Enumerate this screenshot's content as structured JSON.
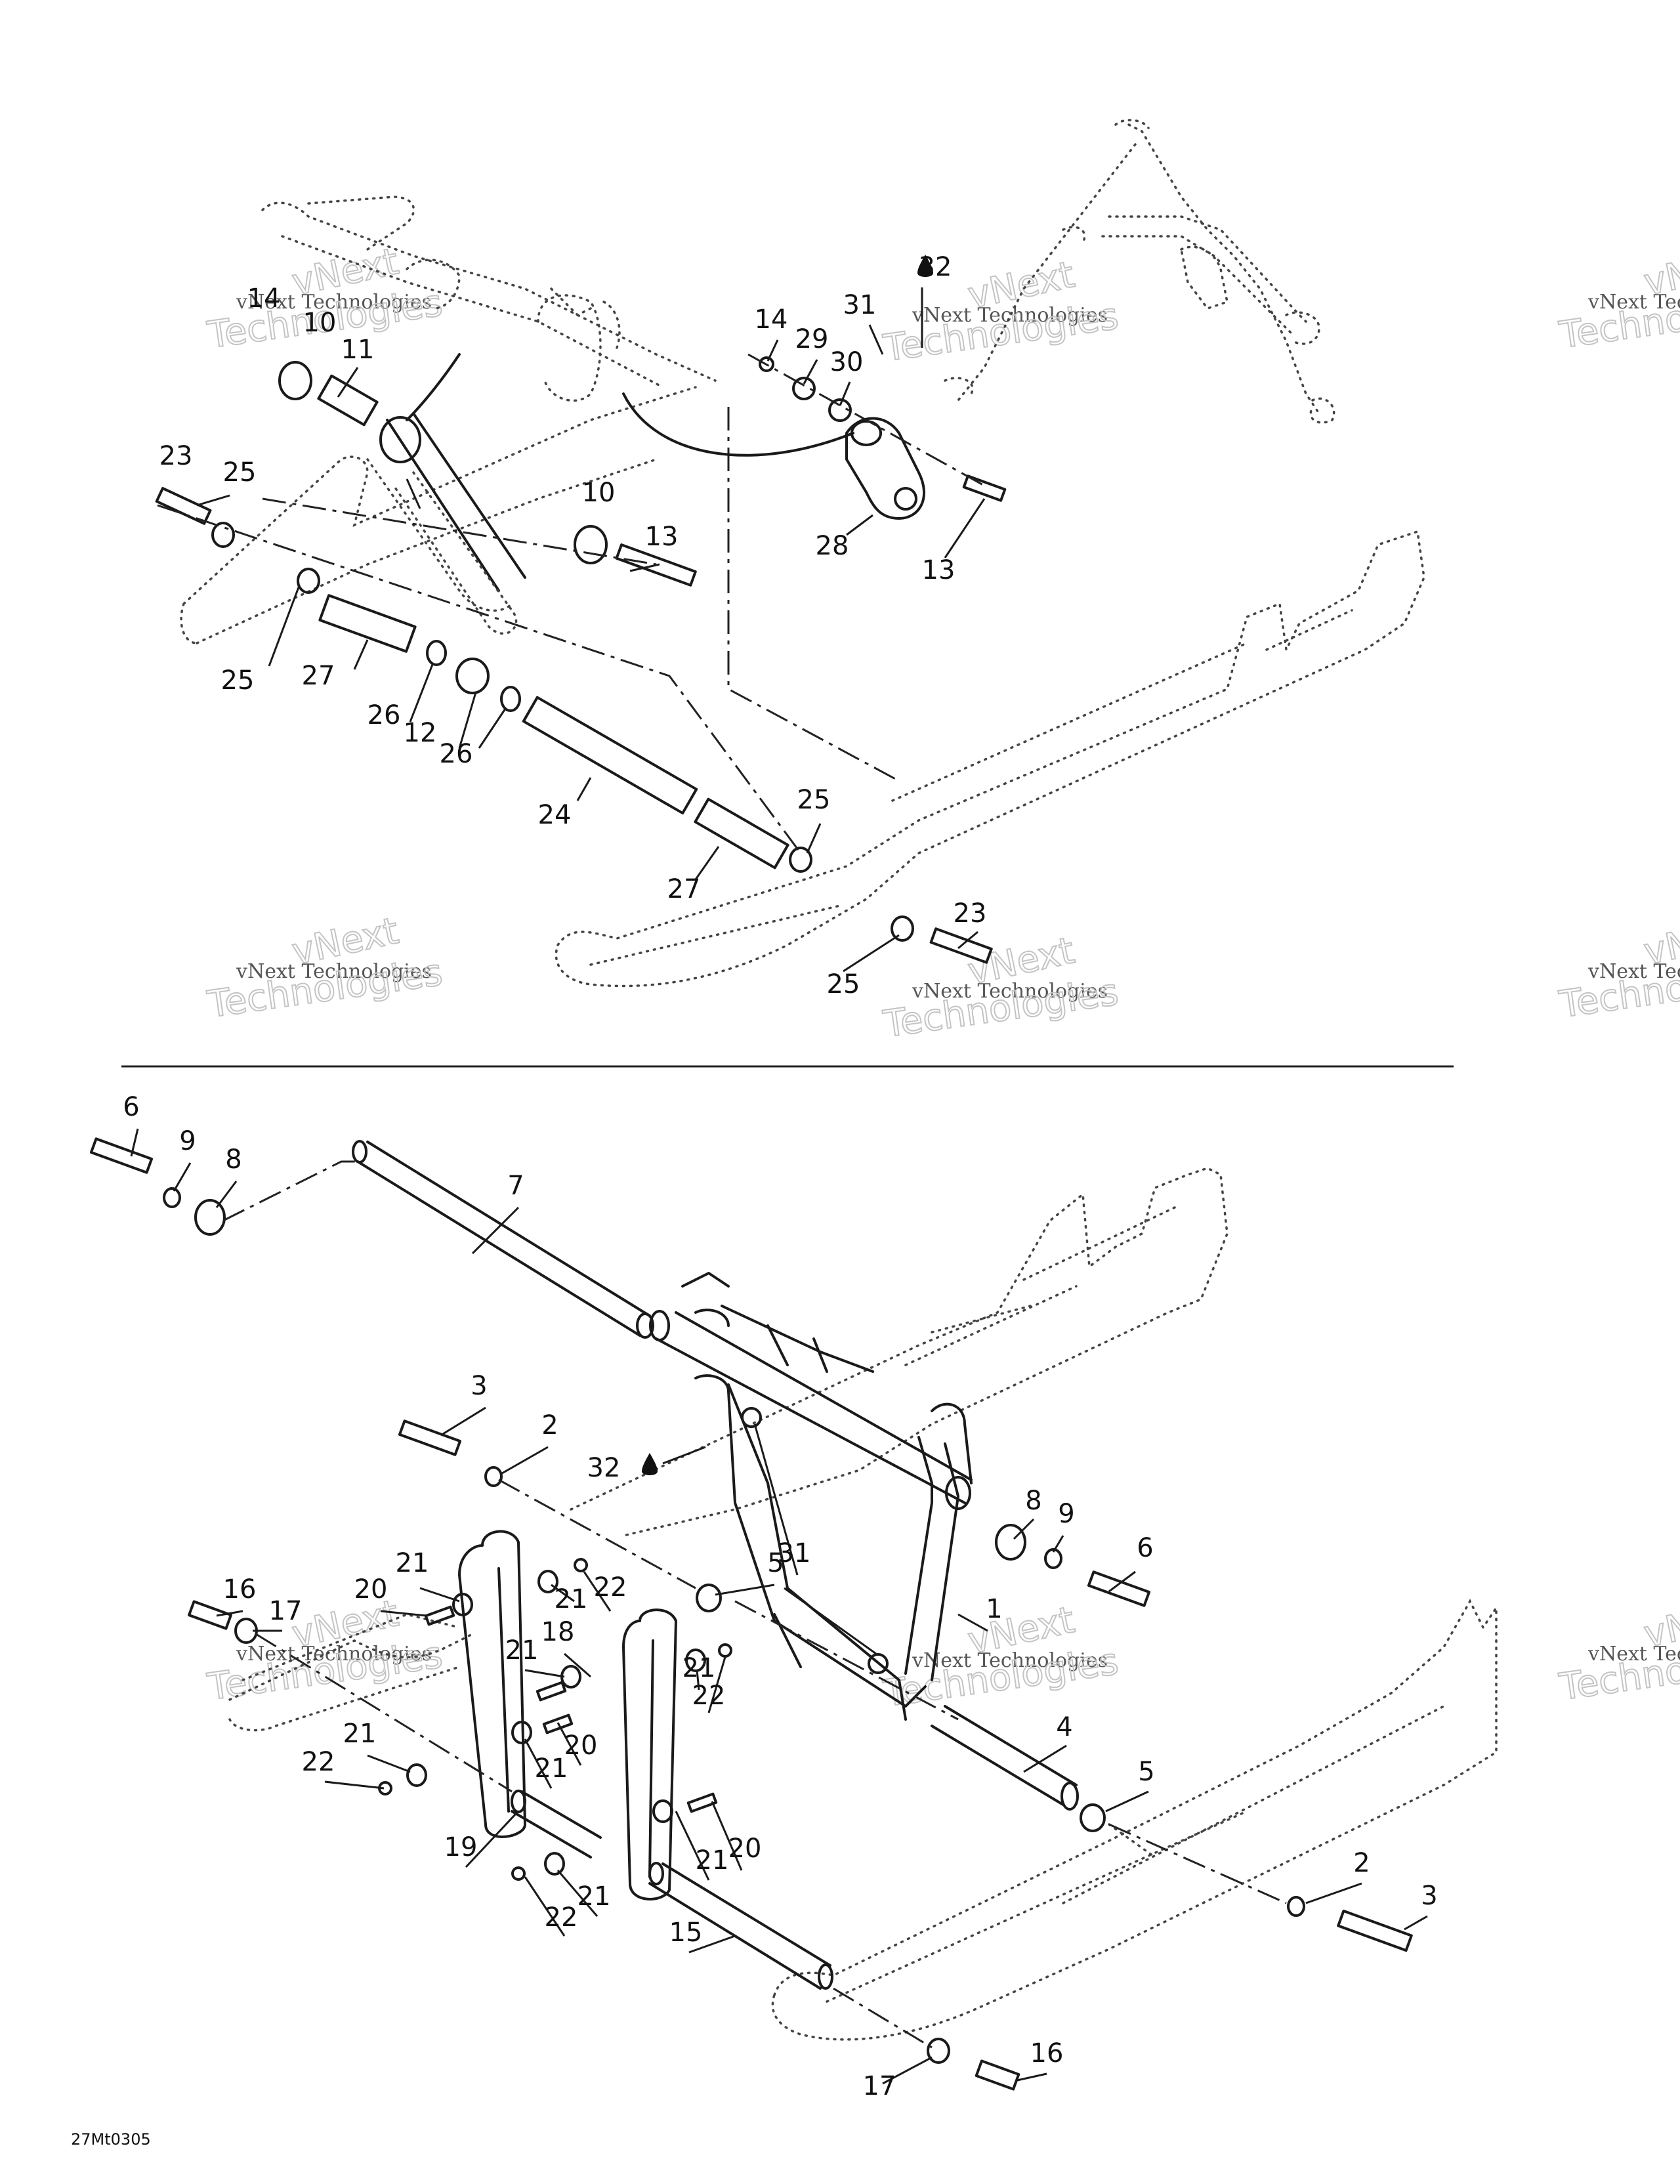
{
  "diagram": {
    "figure_code": "27Mt0305",
    "watermark": {
      "line1": "vNext Technologies",
      "line2": "Technologies",
      "tag": "vNext"
    },
    "callouts": [
      {
        "id": "c14a",
        "label": "14"
      },
      {
        "id": "c10a",
        "label": "10"
      },
      {
        "id": "c11",
        "label": "11"
      },
      {
        "id": "c23a",
        "label": "23"
      },
      {
        "id": "c25a",
        "label": "25"
      },
      {
        "id": "c10b",
        "label": "10"
      },
      {
        "id": "c13a",
        "label": "13"
      },
      {
        "id": "c25b",
        "label": "25"
      },
      {
        "id": "c27a",
        "label": "27"
      },
      {
        "id": "c26a",
        "label": "26"
      },
      {
        "id": "c12",
        "label": "12"
      },
      {
        "id": "c26b",
        "label": "26"
      },
      {
        "id": "c24",
        "label": "24"
      },
      {
        "id": "c27b",
        "label": "27"
      },
      {
        "id": "c25c",
        "label": "25"
      },
      {
        "id": "c23b",
        "label": "23"
      },
      {
        "id": "c25d",
        "label": "25"
      },
      {
        "id": "c14b",
        "label": "14"
      },
      {
        "id": "c29",
        "label": "29"
      },
      {
        "id": "c30",
        "label": "30"
      },
      {
        "id": "c31a",
        "label": "31"
      },
      {
        "id": "c32a",
        "label": "32"
      },
      {
        "id": "c28",
        "label": "28"
      },
      {
        "id": "c13b",
        "label": "13"
      },
      {
        "id": "c6a",
        "label": "6"
      },
      {
        "id": "c9a",
        "label": "9"
      },
      {
        "id": "c8a",
        "label": "8"
      },
      {
        "id": "c7",
        "label": "7"
      },
      {
        "id": "c3a",
        "label": "3"
      },
      {
        "id": "c2a",
        "label": "2"
      },
      {
        "id": "c32b",
        "label": "32"
      },
      {
        "id": "c31b",
        "label": "31"
      },
      {
        "id": "c8b",
        "label": "8"
      },
      {
        "id": "c9b",
        "label": "9"
      },
      {
        "id": "c6b",
        "label": "6"
      },
      {
        "id": "c5a",
        "label": "5"
      },
      {
        "id": "c1",
        "label": "1"
      },
      {
        "id": "c16a",
        "label": "16"
      },
      {
        "id": "c17a",
        "label": "17"
      },
      {
        "id": "c21a",
        "label": "21"
      },
      {
        "id": "c20a",
        "label": "20"
      },
      {
        "id": "c21b",
        "label": "21"
      },
      {
        "id": "c22a",
        "label": "22"
      },
      {
        "id": "c18",
        "label": "18"
      },
      {
        "id": "c21c",
        "label": "21"
      },
      {
        "id": "c21d",
        "label": "21"
      },
      {
        "id": "c22b",
        "label": "22"
      },
      {
        "id": "c20b",
        "label": "20"
      },
      {
        "id": "c21e",
        "label": "21"
      },
      {
        "id": "c21f",
        "label": "21"
      },
      {
        "id": "c22c",
        "label": "22"
      },
      {
        "id": "c19",
        "label": "19"
      },
      {
        "id": "c21g",
        "label": "21"
      },
      {
        "id": "c20c",
        "label": "20"
      },
      {
        "id": "c21h",
        "label": "21"
      },
      {
        "id": "c22d",
        "label": "22"
      },
      {
        "id": "c15",
        "label": "15"
      },
      {
        "id": "c4",
        "label": "4"
      },
      {
        "id": "c5b",
        "label": "5"
      },
      {
        "id": "c2b",
        "label": "2"
      },
      {
        "id": "c3b",
        "label": "3"
      },
      {
        "id": "c16b",
        "label": "16"
      },
      {
        "id": "c17b",
        "label": "17"
      }
    ]
  }
}
